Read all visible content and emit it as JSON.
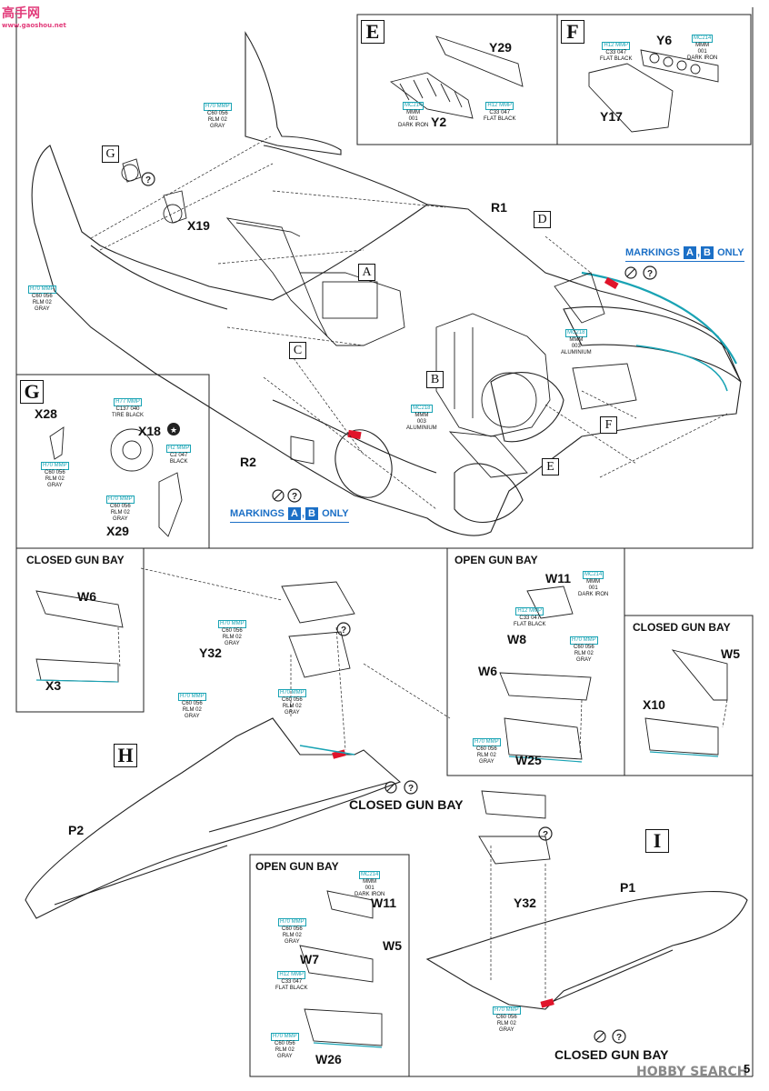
{
  "logo": {
    "text": "高手网",
    "url": "www.gaoshou.net"
  },
  "watermark": "HOBBY SEARCH",
  "page_number": "5",
  "steps": {
    "A": "A",
    "B": "B",
    "C": "C",
    "D": "D",
    "E": "E",
    "F": "F",
    "G": "G",
    "H": "H",
    "I": "I"
  },
  "parts": {
    "R1": "R1",
    "R2": "R2",
    "X19": "X19",
    "Y29": "Y29",
    "Y2": "Y2",
    "Y6": "Y6",
    "Y17": "Y17",
    "X28": "X28",
    "X18": "X18",
    "X29": "X29",
    "W6a": "W6",
    "X3": "X3",
    "Y32a": "Y32",
    "P2": "P2",
    "W11a": "W11",
    "W8": "W8",
    "W6b": "W6",
    "W25": "W25",
    "W5a": "W5",
    "X10": "X10",
    "W11b": "W11",
    "W5b": "W5",
    "W7": "W7",
    "W26": "W26",
    "Y32b": "Y32",
    "P1": "P1"
  },
  "headers": {
    "closed_gun_bay_1": "CLOSED GUN BAY",
    "open_gun_bay_1": "OPEN GUN BAY",
    "closed_gun_bay_2": "CLOSED GUN BAY",
    "closed_gun_bay_h": "CLOSED GUN BAY",
    "open_gun_bay_2": "OPEN GUN BAY",
    "closed_gun_bay_i": "CLOSED GUN BAY"
  },
  "markings": {
    "prefix": "MARKINGS",
    "a": "A",
    "sep": ",",
    "b": "B",
    "suffix": "ONLY"
  },
  "paints": {
    "rlm02": {
      "codes": "H70 MMP",
      "line2": "C60 056",
      "name1": "RLM 02",
      "name2": "GRAY"
    },
    "flatblack": {
      "codes": "H12 MMP",
      "line2": "C33 047",
      "name1": "FLAT BLACK",
      "name2": ""
    },
    "darkiron": {
      "codes": "MC214",
      "line2": "MMM",
      "line3": "001",
      "name1": "DARK IRON"
    },
    "aluminium": {
      "codes": "MC218",
      "line2": "MMM",
      "line3": "003",
      "name1": "ALUMINIUM"
    },
    "tireblack": {
      "codes": "H77 MMP",
      "line2": "C137 040",
      "name1": "TIRE BLACK"
    },
    "black": {
      "codes": "H2 MMP",
      "line2": "C2 047",
      "name1": "BLACK"
    }
  },
  "colors": {
    "paint_code": "#19a3b4",
    "marking_blue": "#1b6fc6",
    "highlight_red": "#e0142a",
    "logo": "#e23b7a"
  }
}
